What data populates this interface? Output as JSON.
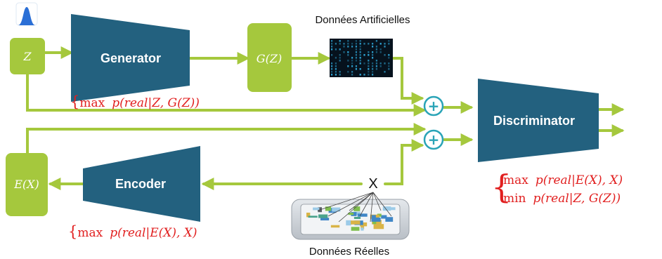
{
  "colors": {
    "module": "#23617f",
    "variable": "#a5c83d",
    "arrow": "#a5c83d",
    "plus": "#2aa4b7",
    "formula": "#e11f1f",
    "caption": "#111111"
  },
  "icons": {
    "gaussian": "gaussian-distribution-icon",
    "matrix_data": "matrix-code-image",
    "circuit_data": "circuit-board-image"
  },
  "nodes": {
    "z": "Z",
    "generator": "Generator",
    "gz": "G(Z)",
    "encoder": "Encoder",
    "ex": "E(X)",
    "x": "X",
    "discriminator": "Discriminator",
    "plus": "+"
  },
  "captions": {
    "fake_data": "Données Artificielles",
    "real_data": "Données Réelles"
  },
  "objectives": {
    "generator": {
      "op": "max",
      "expr": "p(real|Z, G(Z))"
    },
    "encoder": {
      "op": "max",
      "expr": "p(real|E(X), X)"
    },
    "discriminator": [
      {
        "op": "max",
        "expr": "p(real|E(X), X)"
      },
      {
        "op": "min",
        "expr": "p(real|Z, G(Z))"
      }
    ]
  }
}
